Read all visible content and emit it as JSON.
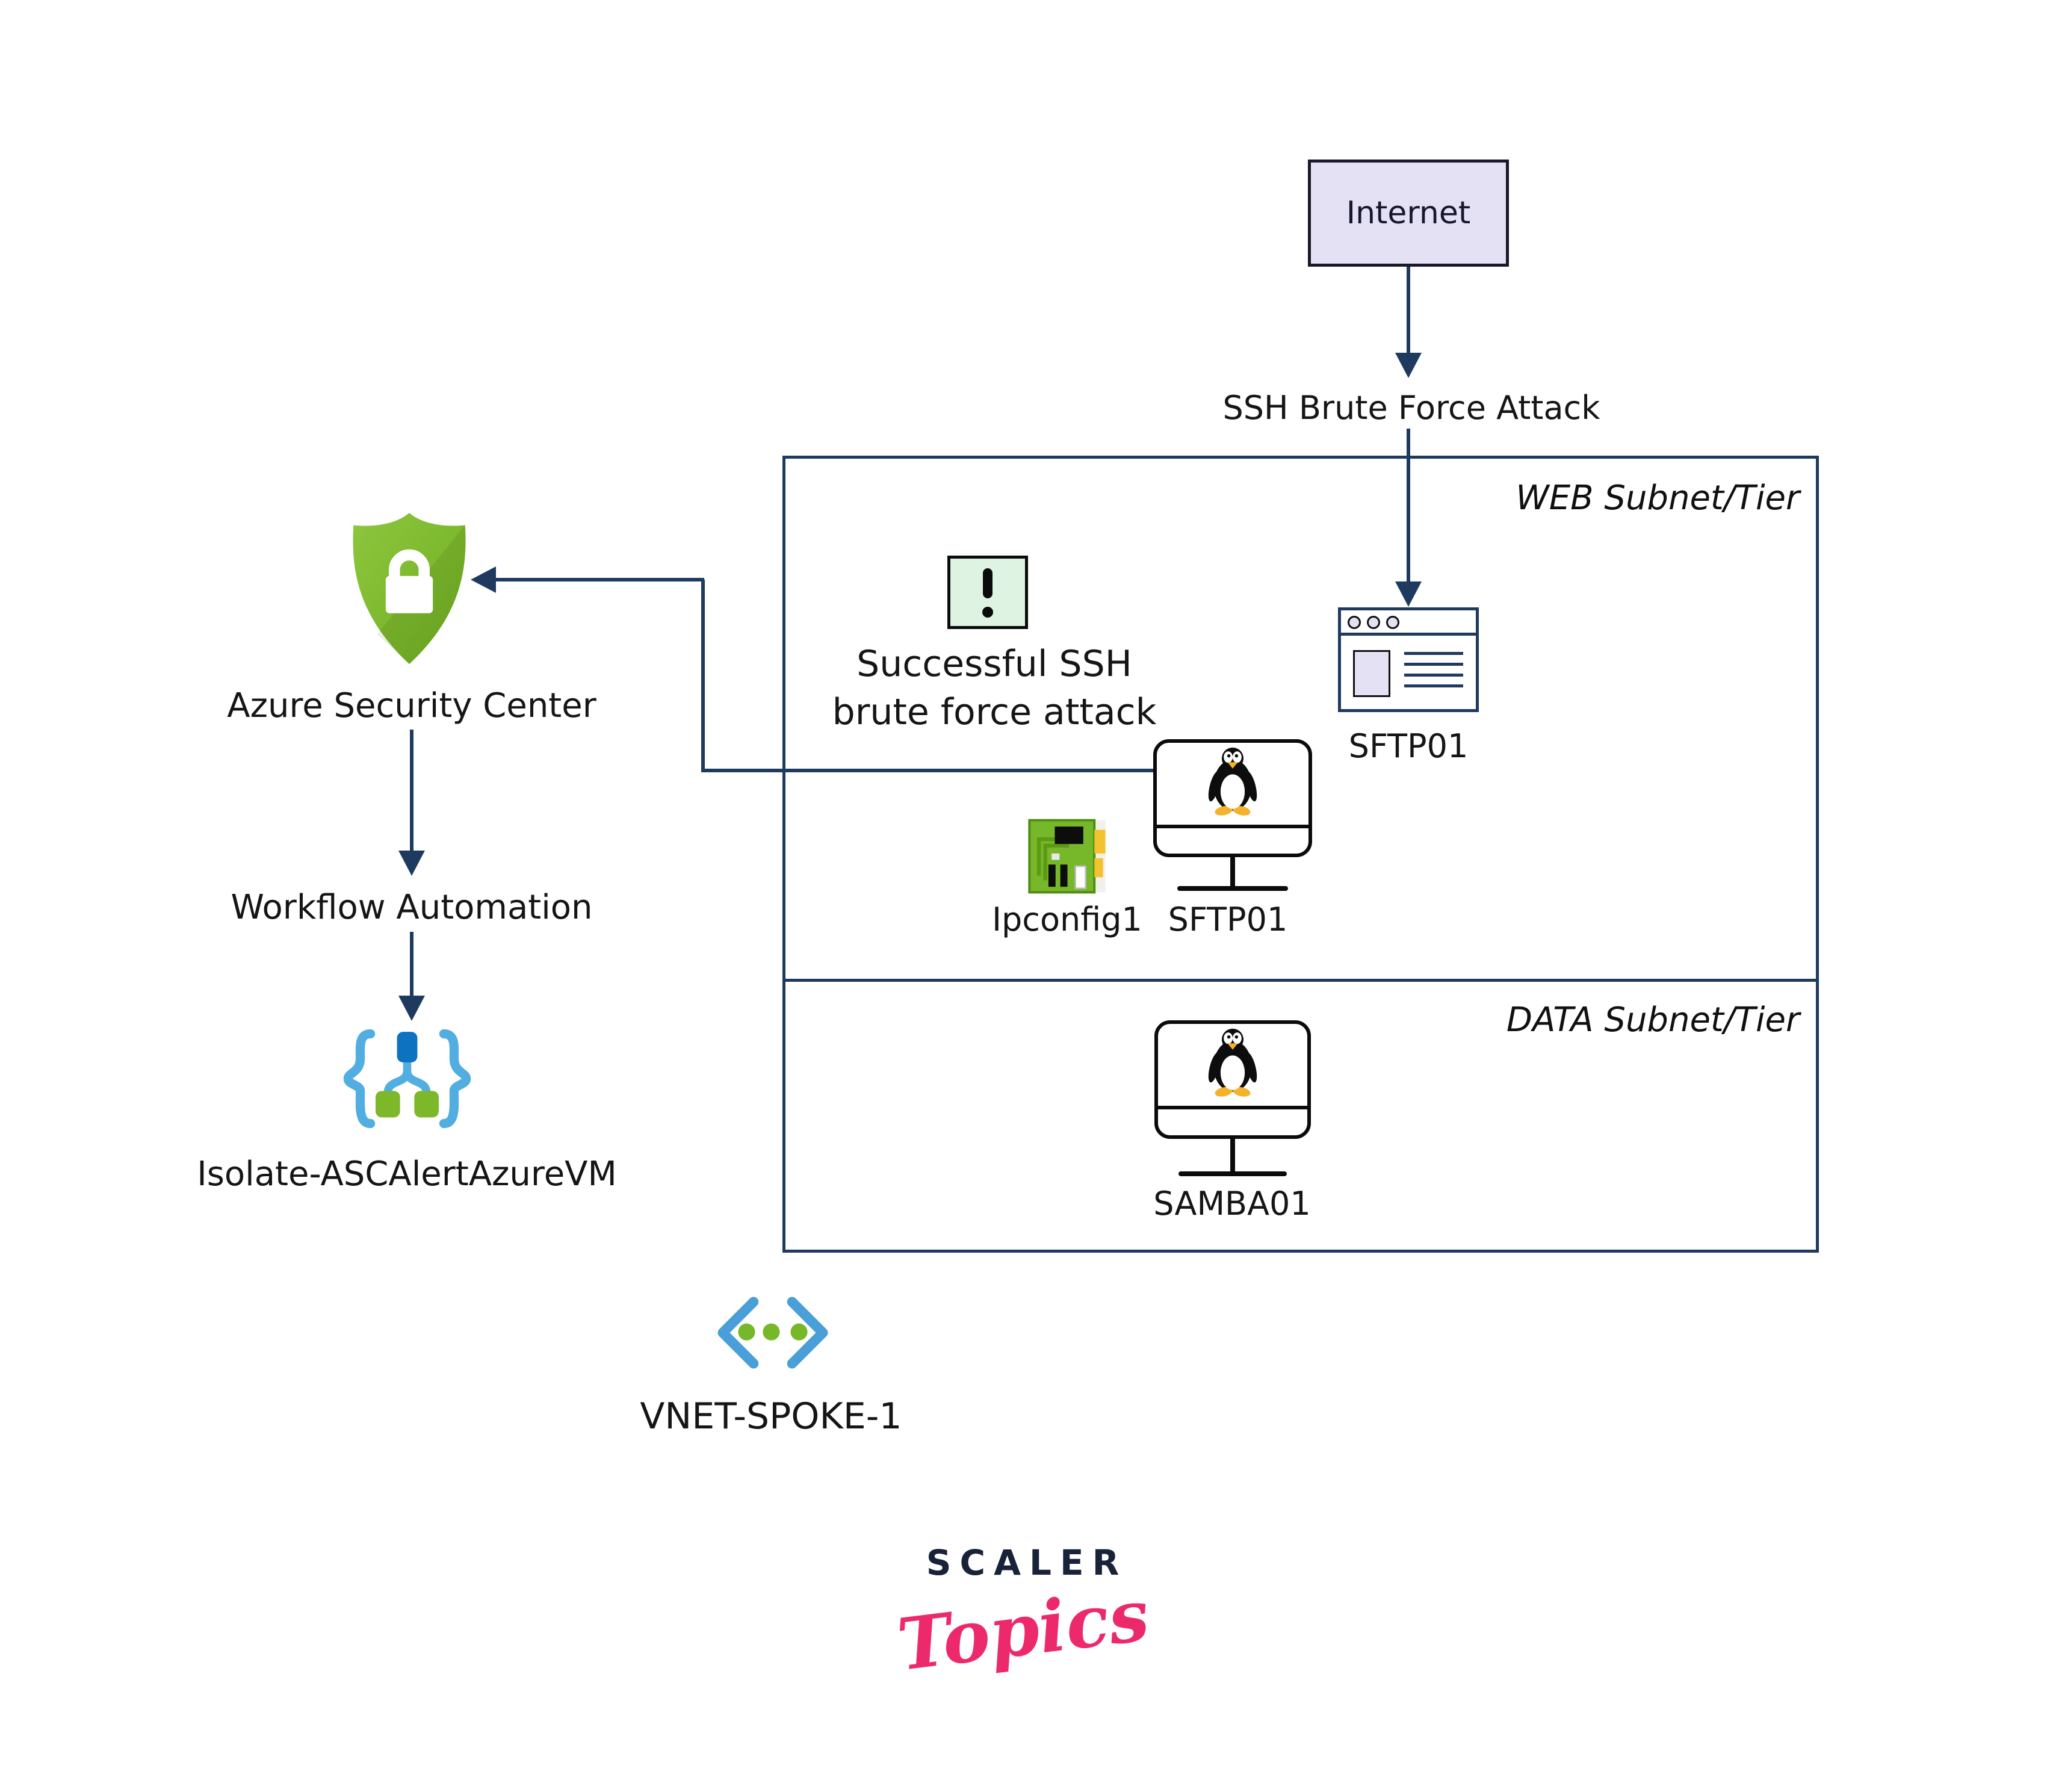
{
  "diagram": {
    "internet": {
      "label": "Internet"
    },
    "attack_label": "SSH Brute Force Attack",
    "zones": {
      "web": "WEB Subnet/Tier",
      "data": "DATA Subnet/Tier"
    },
    "alert": {
      "line1": "Successful SSH",
      "line2": "brute force attack"
    },
    "sftp_public": {
      "label": "SFTP01"
    },
    "sftp_vm": {
      "label": "SFTP01"
    },
    "nic": {
      "label": "Ipconfig1"
    },
    "samba_vm": {
      "label": "SAMBA01"
    },
    "asc": {
      "label": "Azure Security Center"
    },
    "workflow": {
      "label": "Workflow Automation"
    },
    "logic_app": {
      "label": "Isolate-ASCAlertAzureVM"
    },
    "vnet": {
      "label": "VNET-SPOKE-1"
    }
  },
  "branding": {
    "brand": "SCALER",
    "product": "Topics"
  },
  "colors": {
    "line_navy": "#1f3a5f",
    "lavender_fill": "#e4e1f5",
    "mint_fill": "#dff3e3",
    "asc_green": "#7cb829",
    "asc_green_light": "#8dc63f",
    "logic_brace_blue": "#52aee0",
    "logic_node_blue": "#0d72bf",
    "node_green": "#7cb829",
    "vnet_blue": "#4a9fd8",
    "nic_green": "#76b82a",
    "nic_yellow": "#f2c230",
    "brand_navy": "#182238",
    "brand_pink": "#ec2a6b"
  }
}
